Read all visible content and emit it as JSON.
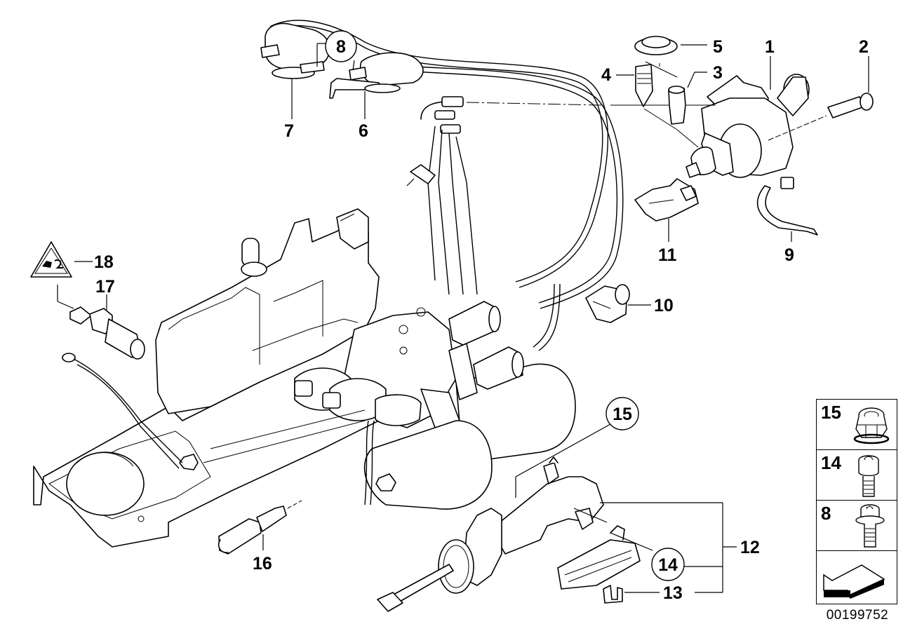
{
  "diagram": {
    "title": "Transmission control / hydraulic actuator parts diagram",
    "callouts": [
      {
        "id": "1",
        "label": "1",
        "circled": false
      },
      {
        "id": "2",
        "label": "2",
        "circled": false
      },
      {
        "id": "3",
        "label": "3",
        "circled": false
      },
      {
        "id": "4",
        "label": "4",
        "circled": false
      },
      {
        "id": "5",
        "label": "5",
        "circled": false
      },
      {
        "id": "6",
        "label": "6",
        "circled": false
      },
      {
        "id": "7",
        "label": "7",
        "circled": false
      },
      {
        "id": "8",
        "label": "8",
        "circled": true
      },
      {
        "id": "9",
        "label": "9",
        "circled": false
      },
      {
        "id": "10",
        "label": "10",
        "circled": false
      },
      {
        "id": "11",
        "label": "11",
        "circled": false
      },
      {
        "id": "12",
        "label": "12",
        "circled": false
      },
      {
        "id": "13",
        "label": "13",
        "circled": false
      },
      {
        "id": "14",
        "label": "14",
        "circled": true
      },
      {
        "id": "15",
        "label": "15",
        "circled": true
      },
      {
        "id": "16",
        "label": "16",
        "circled": false
      },
      {
        "id": "17",
        "label": "17",
        "circled": false
      },
      {
        "id": "18",
        "label": "18",
        "circled": false
      }
    ],
    "parts": {
      "p1": "pump-motor-unit",
      "p2": "bolt",
      "p3": "hollow-screw",
      "p4": "bleeder-valve",
      "p5": "protective-cap",
      "p6": "position-sensor",
      "p7": "position-sensor",
      "p9": "cable-tie",
      "p10": "holder-clip",
      "p11": "bracket-clip",
      "p12": "slave-cylinder-assembly",
      "p13": "sensor-bracket",
      "p16": "temperature-sensor",
      "p17": "pressure-sensor",
      "p18": "warning-label"
    }
  },
  "legend": {
    "items": [
      {
        "number": "15",
        "icon": "hex-nut-icon"
      },
      {
        "number": "14",
        "icon": "socket-head-bolt-icon"
      },
      {
        "number": "8",
        "icon": "flange-bolt-icon"
      }
    ],
    "navigation_icon": "arrow-left-down-icon"
  },
  "doc_number": "00199752"
}
